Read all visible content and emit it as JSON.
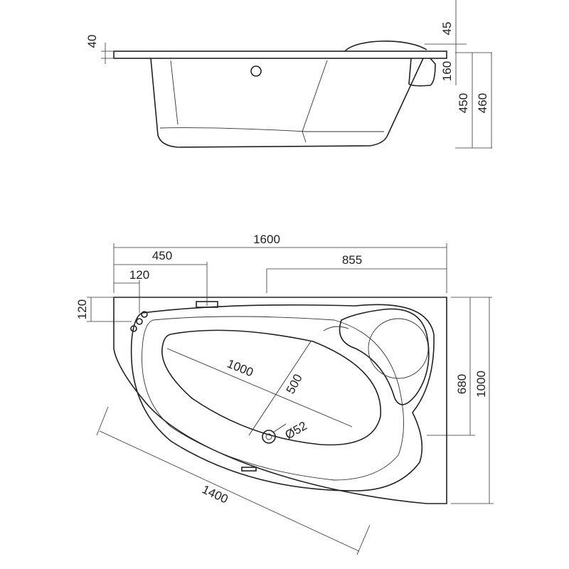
{
  "side_view": {
    "dimensions": {
      "rim": "40",
      "headrest": "45",
      "front_apron": "160",
      "inner_depth": "450",
      "total_height": "460"
    }
  },
  "plan_view": {
    "dimensions": {
      "length": "1600",
      "overflow_offset": "450",
      "tap_offset": "120",
      "right_width": "855",
      "tap_depth": "120",
      "inner_width": "680",
      "total_width": "1000",
      "diagonal": "1400",
      "basin_length": "1000",
      "basin_width": "500",
      "drain": "Ø52"
    }
  }
}
